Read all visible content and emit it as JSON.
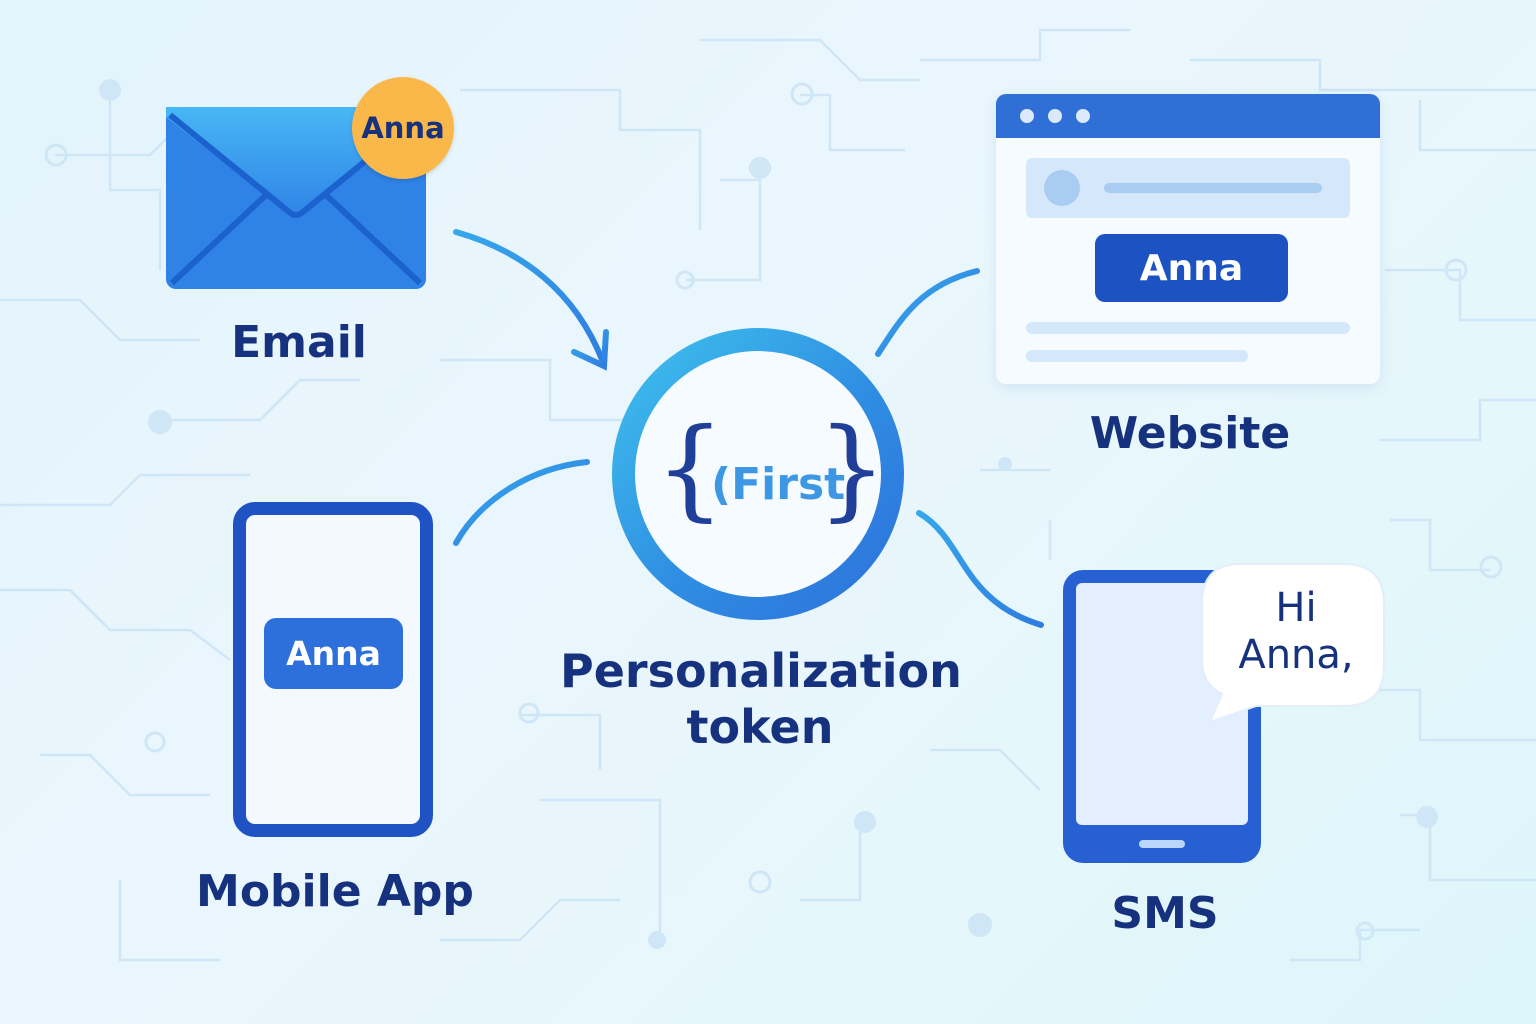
{
  "channels": {
    "email": {
      "label": "Email",
      "badge": "Anna"
    },
    "website": {
      "label": "Website",
      "button": "Anna"
    },
    "mobile_app": {
      "label": "Mobile App",
      "button": "Anna"
    },
    "sms": {
      "label": "SMS",
      "message_line1": "Hi",
      "message_line2": "Anna,"
    }
  },
  "token": {
    "text": "(First",
    "open_brace": "{",
    "close_brace": "}",
    "label_line1": "Personalization",
    "label_line2": "token"
  },
  "colors": {
    "primary": "#2f6fd6",
    "dark_text": "#16327e",
    "badge": "#fbb84a",
    "token_ring": "#3fc3ee"
  },
  "icons": [
    "envelope-icon",
    "browser-icon",
    "token-icon",
    "phone-icon",
    "tablet-icon",
    "speech-bubble-icon"
  ]
}
